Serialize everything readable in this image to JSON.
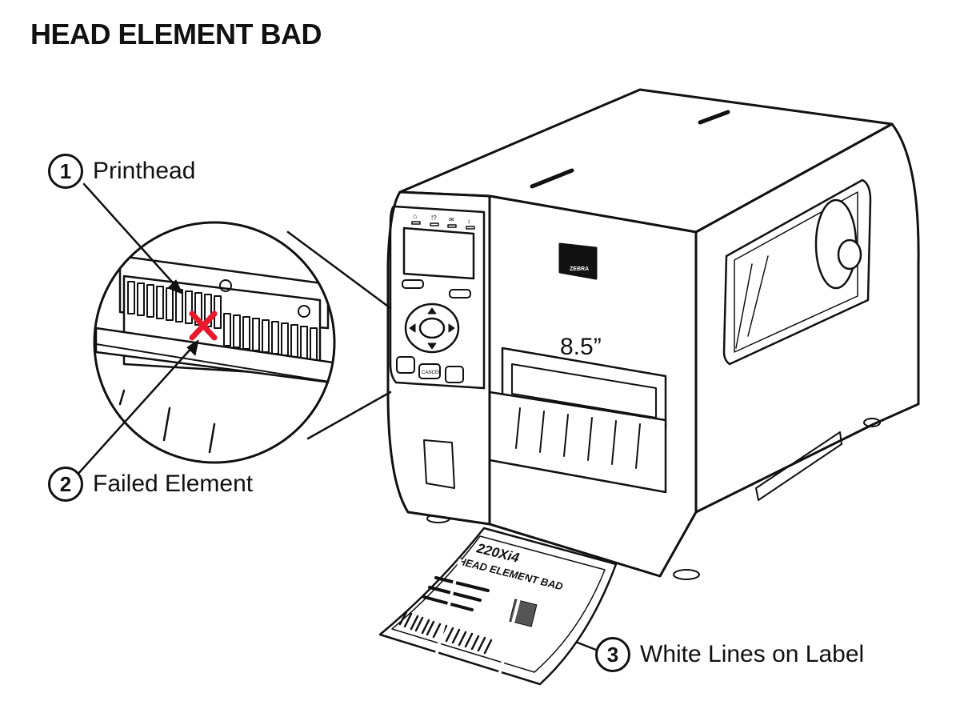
{
  "title": "HEAD ELEMENT BAD",
  "callouts": [
    {
      "number": "1",
      "label": "Printhead"
    },
    {
      "number": "2",
      "label": "Failed Element"
    },
    {
      "number": "3",
      "label": "White Lines on Label"
    }
  ],
  "printer": {
    "width_marking": "8.5”",
    "panel_indicators": [
      "⌂",
      "!?",
      "✉",
      "↕"
    ],
    "cancel_key": "CANCEL",
    "logo_text": "ZEBRA"
  },
  "label": {
    "model": "220Xi4",
    "text": "HEAD ELEMENT BAD"
  },
  "colors": {
    "line": "#111111",
    "fail_mark": "#e8192c"
  }
}
